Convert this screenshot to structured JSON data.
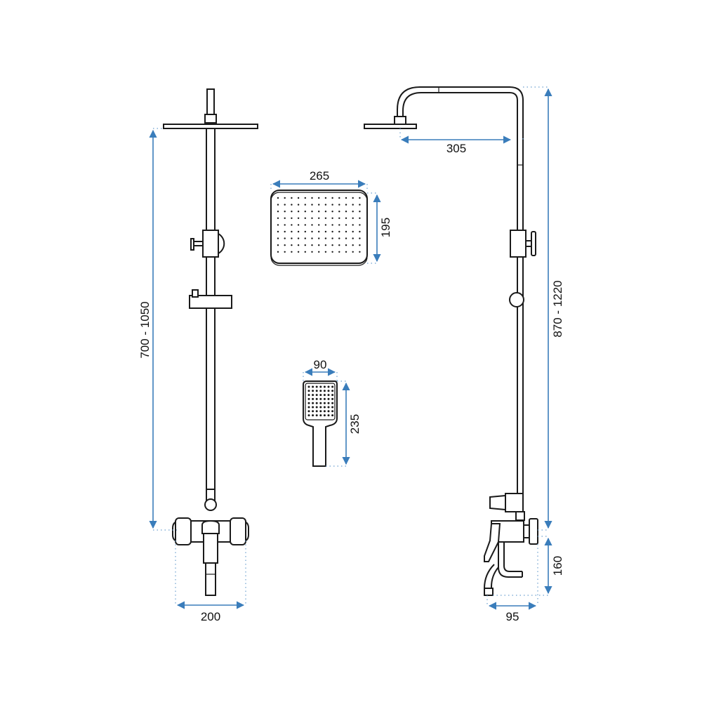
{
  "dimensions": {
    "rail_height": "700 - 1050",
    "total_height": "870 - 1220",
    "overhead_width": "265",
    "overhead_depth": "195",
    "arm_reach": "305",
    "hand_width": "90",
    "hand_length": "235",
    "mixer_width": "200",
    "mixer_height": "160",
    "mixer_projection": "95"
  },
  "colors": {
    "line": "#1a1a1a",
    "dimension": "#3a7dbb"
  }
}
